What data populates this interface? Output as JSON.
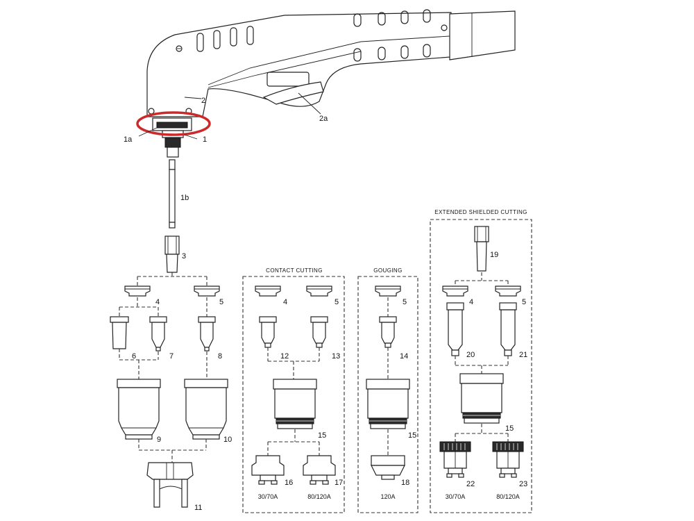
{
  "sections": {
    "contact": "CONTACT CUTTING",
    "gouging": "GOUGING",
    "extended": "EXTENDED SHIELDED CUTTING"
  },
  "labels": {
    "p1": "1",
    "p1a": "1a",
    "p1b": "1b",
    "p2": "2",
    "p2a": "2a",
    "p3": "3",
    "main_4": "4",
    "main_5": "5",
    "p6": "6",
    "p7": "7",
    "p8": "8",
    "p9": "9",
    "p10": "10",
    "p11": "11",
    "cc_4": "4",
    "cc_5": "5",
    "p12": "12",
    "p13": "13",
    "cc_15": "15",
    "p16": "16",
    "p17": "17",
    "g_5": "5",
    "p14": "14",
    "g_15": "15",
    "p18": "18",
    "p19": "19",
    "e_4": "4",
    "e_5": "5",
    "p20": "20",
    "p21": "21",
    "e_15": "15",
    "p22": "22",
    "p23": "23"
  },
  "amperages": {
    "cc_16": "30/70A",
    "cc_17": "80/120A",
    "g_18": "120A",
    "e_22": "30/70A",
    "e_23": "80/120A"
  },
  "colors": {
    "highlight": "#cc2a2a",
    "line": "#222222"
  }
}
